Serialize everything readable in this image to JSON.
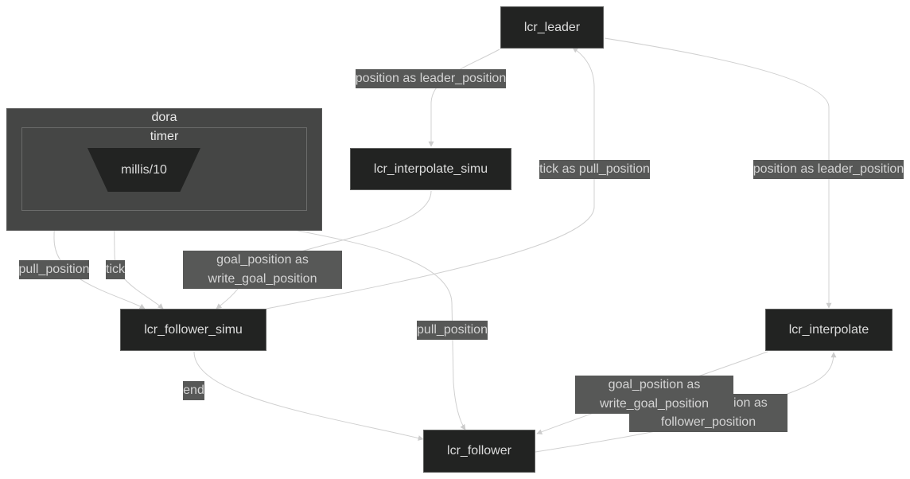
{
  "diagram": {
    "clusters": {
      "outer_title": "dora",
      "inner_title": "timer"
    },
    "nodes": {
      "timer": "millis/10",
      "leader": "lcr_leader",
      "interpolate_simu": "lcr_interpolate_simu",
      "follower_simu": "lcr_follower_simu",
      "interpolate": "lcr_interpolate",
      "follower": "lcr_follower"
    },
    "edge_labels": {
      "leader_to_interp_simu": "position as leader_position",
      "leader_to_interp": "position as leader_position",
      "leader_from_tick": "tick as pull_position",
      "timer_pull_simu": "pull_position",
      "timer_tick_simu": "tick",
      "interp_simu_goal_line1": "goal_position as",
      "interp_simu_goal_line2": "write_goal_position",
      "timer_pull_follower": "pull_position",
      "simu_end": "end",
      "interp_goal_line1": "goal_position as",
      "interp_goal_line2": "write_goal_position",
      "follower_pos_line1": "position as",
      "follower_pos_line2": "follower_position"
    },
    "colors": {
      "node_fill": "#222322",
      "cluster_fill": "#454645",
      "label_fill": "#575857",
      "edge": "#cccccc"
    }
  }
}
